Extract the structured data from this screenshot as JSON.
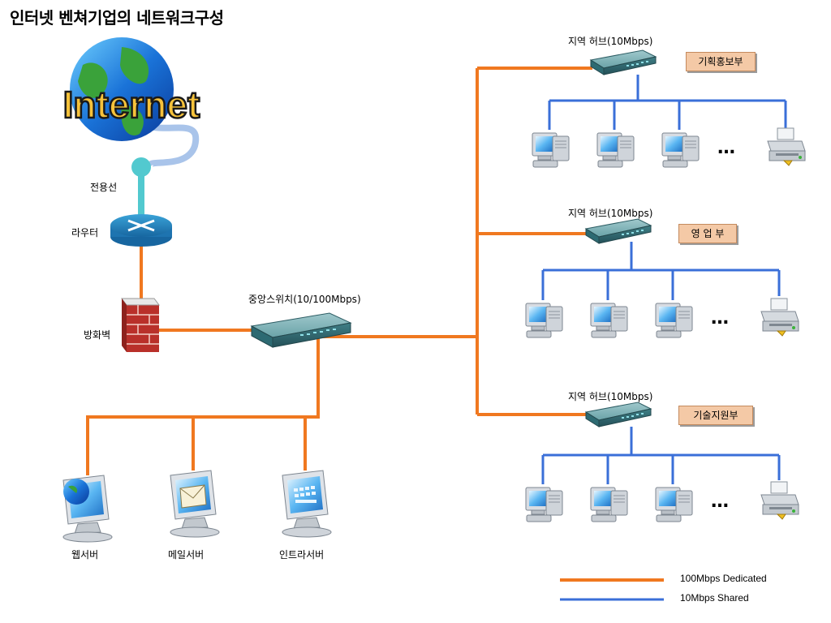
{
  "title": "인터넷 벤쳐기업의 네트워크구성",
  "internet": {
    "logo_text": "Internet"
  },
  "labels": {
    "leased_line": "전용선",
    "router": "라우터",
    "firewall": "방화벽",
    "core_switch": "중앙스위치(10/100Mbps)",
    "web_server": "웹서버",
    "mail_server": "메일서버",
    "intra_server": "인트라서버"
  },
  "hubs": [
    {
      "label": "지역 허브(10Mbps)",
      "dept": "기획홍보부"
    },
    {
      "label": "지역 허브(10Mbps)",
      "dept": "영 업 부"
    },
    {
      "label": "지역 허브(10Mbps)",
      "dept": "기술지원부"
    }
  ],
  "ellipsis": "…",
  "legend": [
    {
      "label": "100Mbps Dedicated",
      "color": "#f07820"
    },
    {
      "label": "10Mbps Shared",
      "color": "#3a6fd8"
    }
  ],
  "colors": {
    "dedicated": "#f07820",
    "shared": "#3a6fd8",
    "dept_bg": "#f4c9a6"
  }
}
